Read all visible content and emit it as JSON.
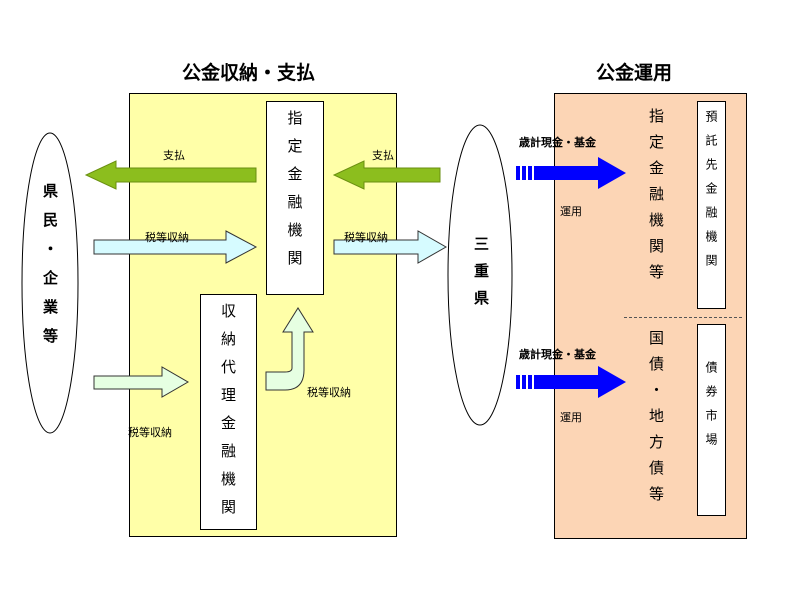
{
  "titles": {
    "left": "公金収納・支払",
    "right": "公金運用"
  },
  "nodes": {
    "citizens": "県民・企業等",
    "designated_bank": "指定金融機関",
    "collection_agent": "収納代理金融機関",
    "prefecture": "三重県",
    "deposit_bank": "預託先金融機関",
    "designated_bank_2": "指定金融機関等",
    "gov_bonds": "国債・地方債等",
    "bond_market": "債券市場"
  },
  "labels": {
    "payment_left": "支払",
    "payment_right": "支払",
    "tax_citizens_to_bank": "税等収納",
    "tax_bank_to_pref": "税等収納",
    "tax_citizens_to_agent": "税等収納",
    "tax_agent_to_bank": "税等収納",
    "fund_top": "歳計現金・基金",
    "invest_top": "運用",
    "fund_bottom": "歳計現金・基金",
    "invest_bottom": "運用"
  },
  "colors": {
    "left_panel": "#ffffa8",
    "right_panel": "#fcd5b5",
    "payment_arrow": "#8cbe1e",
    "tax_arrow": "#d6fbff",
    "agent_tax_arrow": "#e6ffe2",
    "fund_arrow": "#0000ff"
  }
}
